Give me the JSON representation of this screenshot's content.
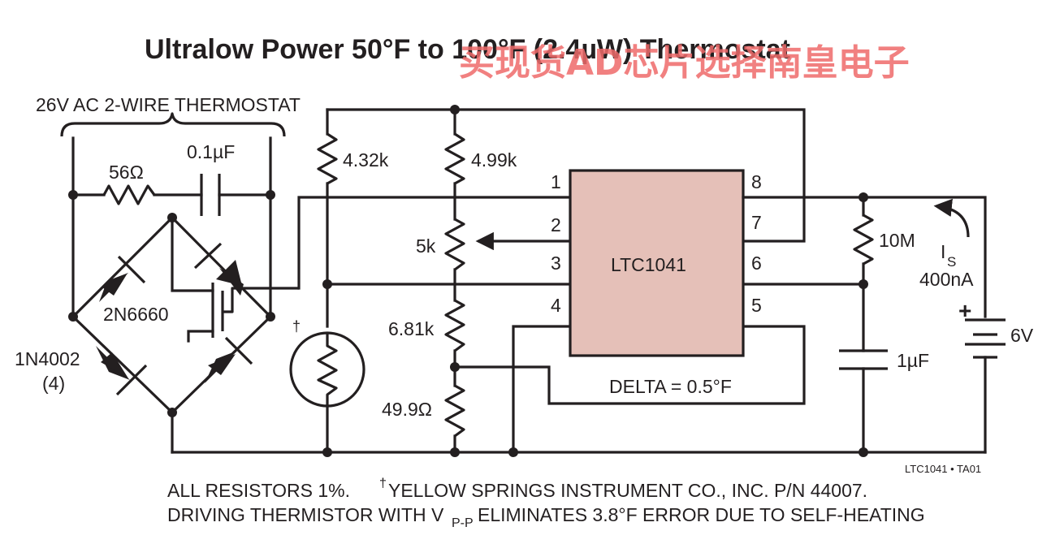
{
  "title": "Ultralow Power 50°F to 100°F (2.4µW) Thermostat",
  "watermark": "买现货AD芯片选择南皇电子",
  "labels": {
    "thermostat_brace": "26V AC 2-WIRE THERMOSTAT",
    "r56": "56Ω",
    "cap01": "0.1µF",
    "fet": "2N6660",
    "diode_part": "1N4002",
    "diode_count": "(4)",
    "r432": "4.32k",
    "r499": "4.99k",
    "pot5k": "5k",
    "r681": "6.81k",
    "r499ohm": "49.9Ω",
    "dagger": "†",
    "ic": "LTC1041",
    "pin1": "1",
    "pin2": "2",
    "pin3": "3",
    "pin4": "4",
    "pin5": "5",
    "pin6": "6",
    "pin7": "7",
    "pin8": "8",
    "delta": "DELTA = 0.5°F",
    "r10m": "10M",
    "is_main": "I",
    "is_sub": "S",
    "is_value": "400nA",
    "cap1u": "1µF",
    "battery_plus": "+",
    "battery": "6V",
    "figure_id": "LTC1041 • TA01"
  },
  "notes": {
    "line1_a": "ALL RESISTORS 1%.",
    "line1_dagger": "†",
    "line1_b": "YELLOW SPRINGS INSTRUMENT CO., INC. P/N 44007.",
    "line2_a": "DRIVING THERMISTOR WITH V",
    "line2_sub": "P-P",
    "line2_b": " ELIMINATES 3.8°F ERROR DUE TO SELF-HEATING"
  },
  "colors": {
    "ic_fill": "#e5c0b8",
    "ink": "#231f20",
    "watermark": "#ef6b6b"
  }
}
